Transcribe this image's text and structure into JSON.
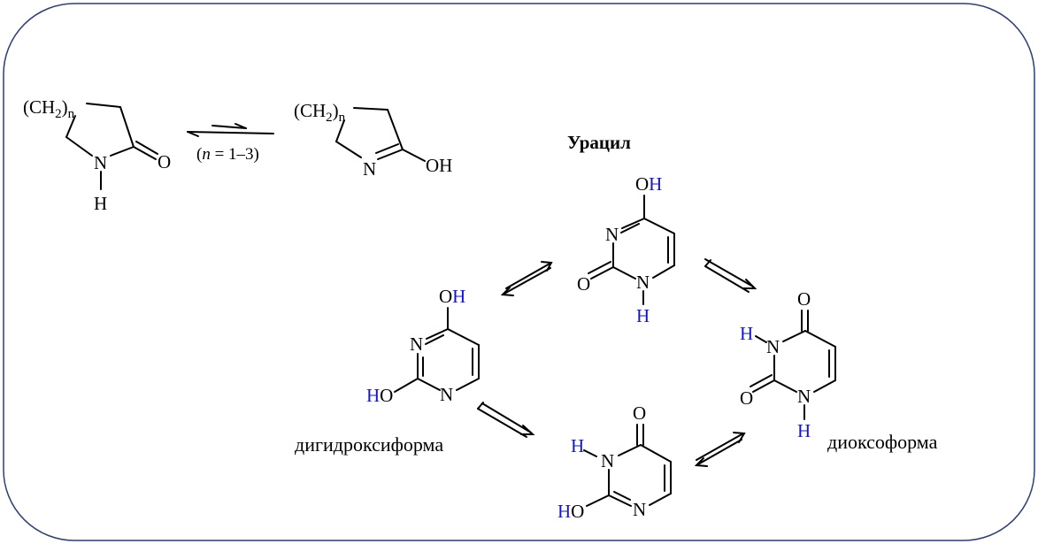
{
  "title": "Урацил",
  "condition": "(n = 1–3)",
  "condition_n": "n",
  "condition_rest": " = 1–3)",
  "condition_open": "(",
  "forms": {
    "dihydroxy": "дигидроксиформа",
    "dioxo": "диоксоформа"
  },
  "atoms": {
    "N": "N",
    "O": "O",
    "H": "H",
    "OH": "OH",
    "OH_O": "O",
    "OH_H": "H",
    "HO_H": "H",
    "HO_O": "O",
    "CH2_left": "(CH",
    "CH2_right": ")",
    "sub2": "2",
    "subn": "n",
    "H_top_left": "(CH"
  },
  "colors": {
    "hydrogen_highlight": "#1a1aa8",
    "frame": "#2f3f6a"
  }
}
